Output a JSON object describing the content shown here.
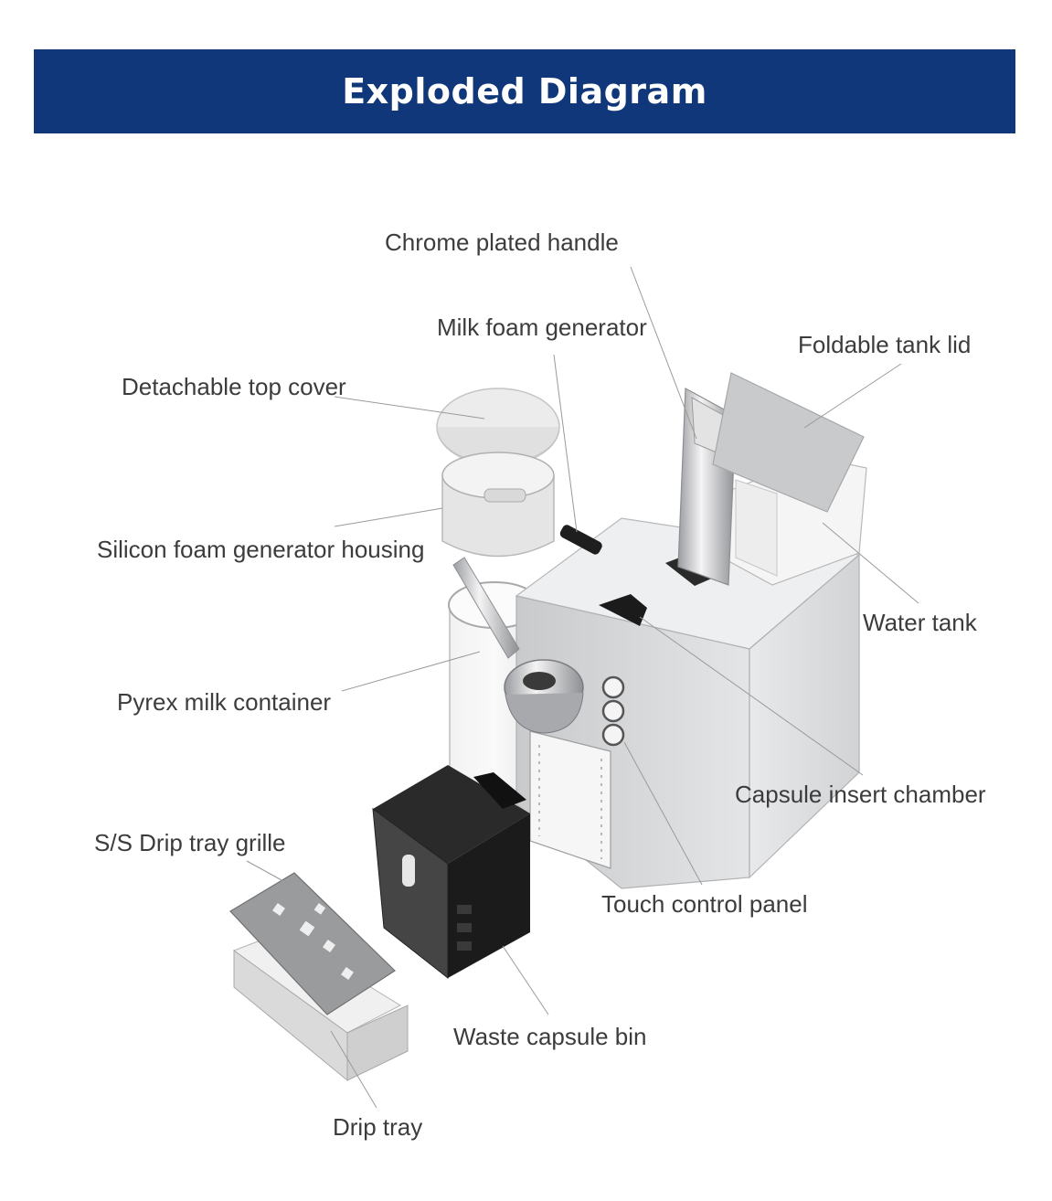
{
  "header": {
    "title": "Exploded Diagram"
  },
  "labels": {
    "chrome_plated_handle": "Chrome plated handle",
    "milk_foam_generator": "Milk foam generator",
    "foldable_tank_lid": "Foldable tank lid",
    "detachable_top_cover": "Detachable top cover",
    "silicon_foam_generator_housing": "Silicon foam generator housing",
    "water_tank": "Water tank",
    "pyrex_milk_container": "Pyrex milk container",
    "capsule_insert_chamber": "Capsule insert chamber",
    "ss_drip_tray_grille": "S/S Drip tray grille",
    "touch_control_panel": "Touch control panel",
    "waste_capsule_bin": "Waste capsule bin",
    "drip_tray": "Drip tray"
  },
  "colors": {
    "banner": "#10377a",
    "label_text": "#3c3c3c",
    "leader_line": "#9a9a9a",
    "machine_body": "#d9dadc",
    "bin": "#1b1b1b"
  }
}
